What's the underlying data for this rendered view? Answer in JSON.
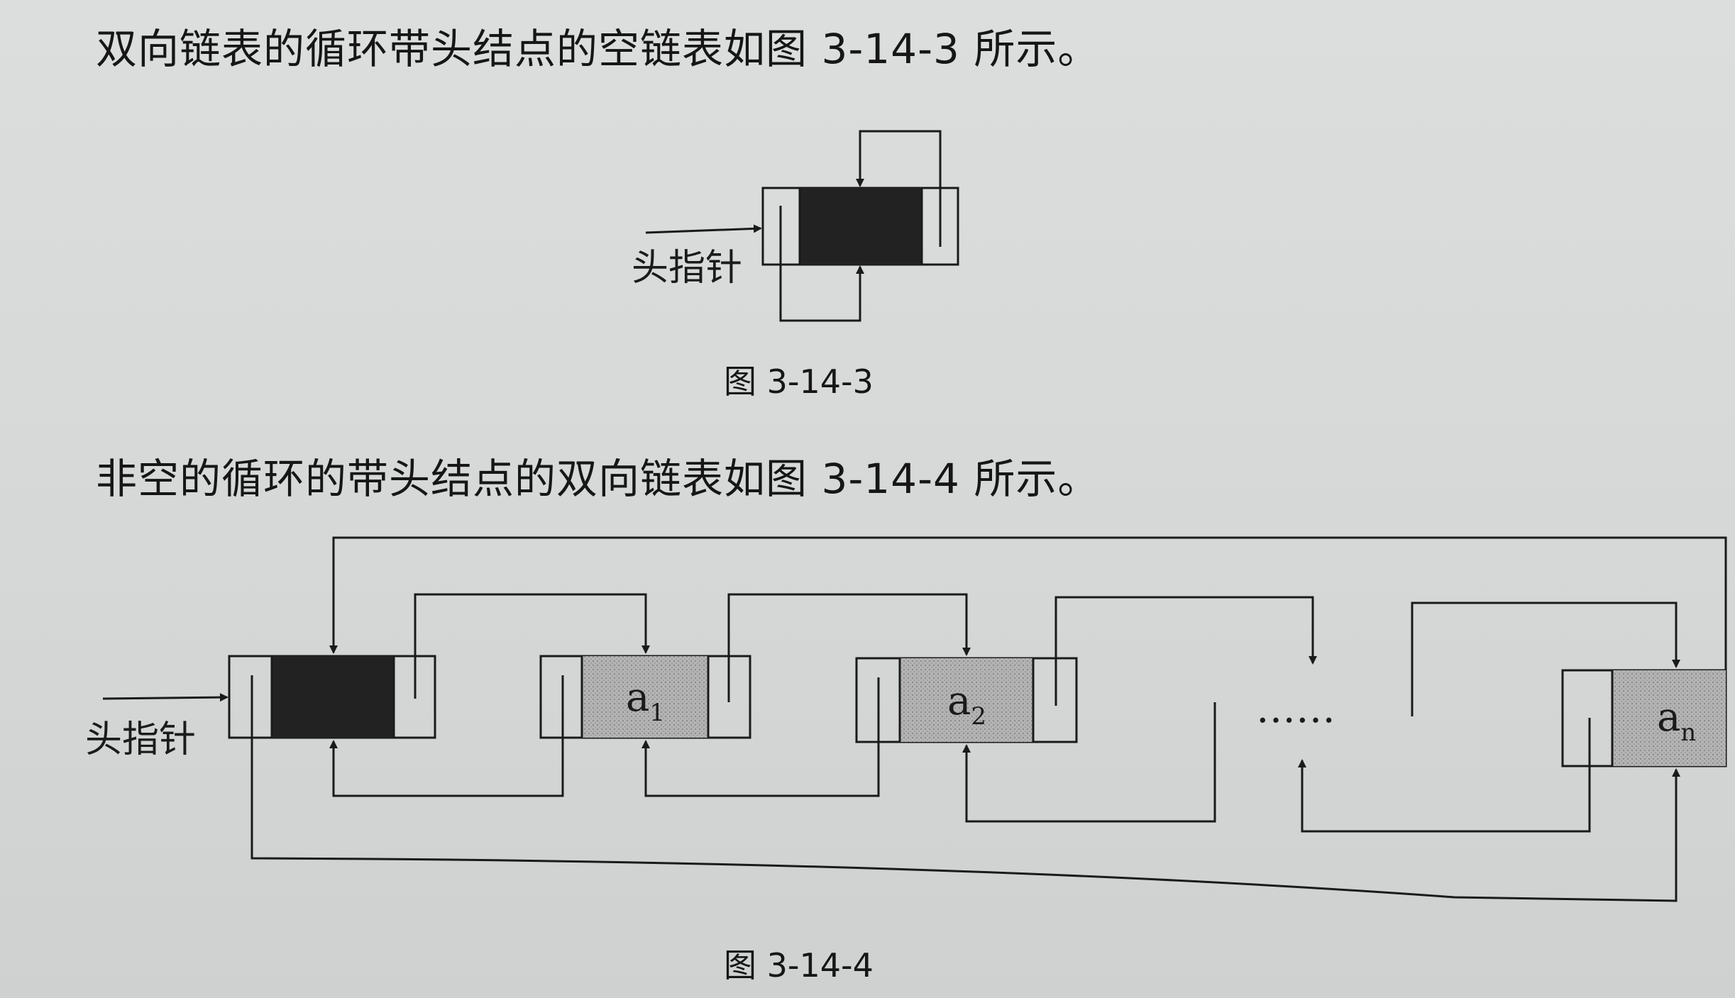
{
  "text": {
    "para1": "双向链表的循环带头结点的空链表如图 3-14-3 所示。",
    "para2": "非空的循环的带头结点的双向链表如图 3-14-4 所示。"
  },
  "figure1": {
    "caption": "图 3-14-3",
    "head_pointer_label": "头指针"
  },
  "figure2": {
    "caption": "图 3-14-4",
    "head_pointer_label": "头指针",
    "nodes": [
      {
        "base": "a",
        "sub": "1"
      },
      {
        "base": "a",
        "sub": "2"
      },
      {
        "base": "a",
        "sub": "n"
      }
    ],
    "ellipsis": "……"
  },
  "colors": {
    "head_node_fill": "#222222",
    "data_node_fill": "#a9a9a9",
    "line": "#1a1a1a"
  }
}
